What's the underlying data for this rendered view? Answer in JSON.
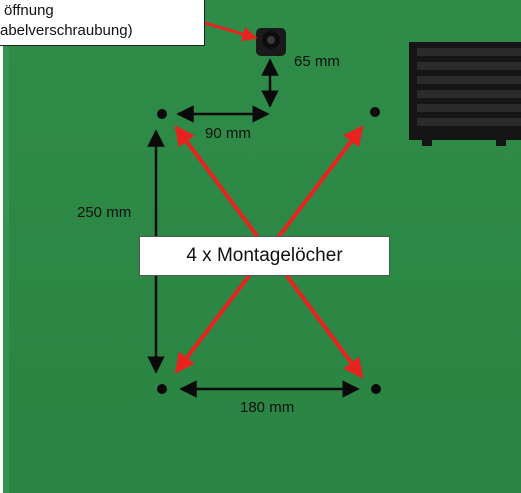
{
  "callout": {
    "line1": "öffnung",
    "line2": "abelverschraubung)"
  },
  "dimensions": {
    "d65": "65 mm",
    "d90": "90 mm",
    "d250": "250 mm",
    "d180": "180 mm"
  },
  "main_label": "4 x Montagelöcher",
  "colors": {
    "board": "#2e8b47",
    "board_edge": "#3e9a55",
    "arrow_red": "#e8231f",
    "arrow_black": "#0a0a0a",
    "heatsink": "#1a1a1a"
  },
  "icons": {
    "mounting_hole": "black-dot",
    "cable_gland": "cable-gland-icon",
    "heatsink": "heatsink-icon"
  }
}
